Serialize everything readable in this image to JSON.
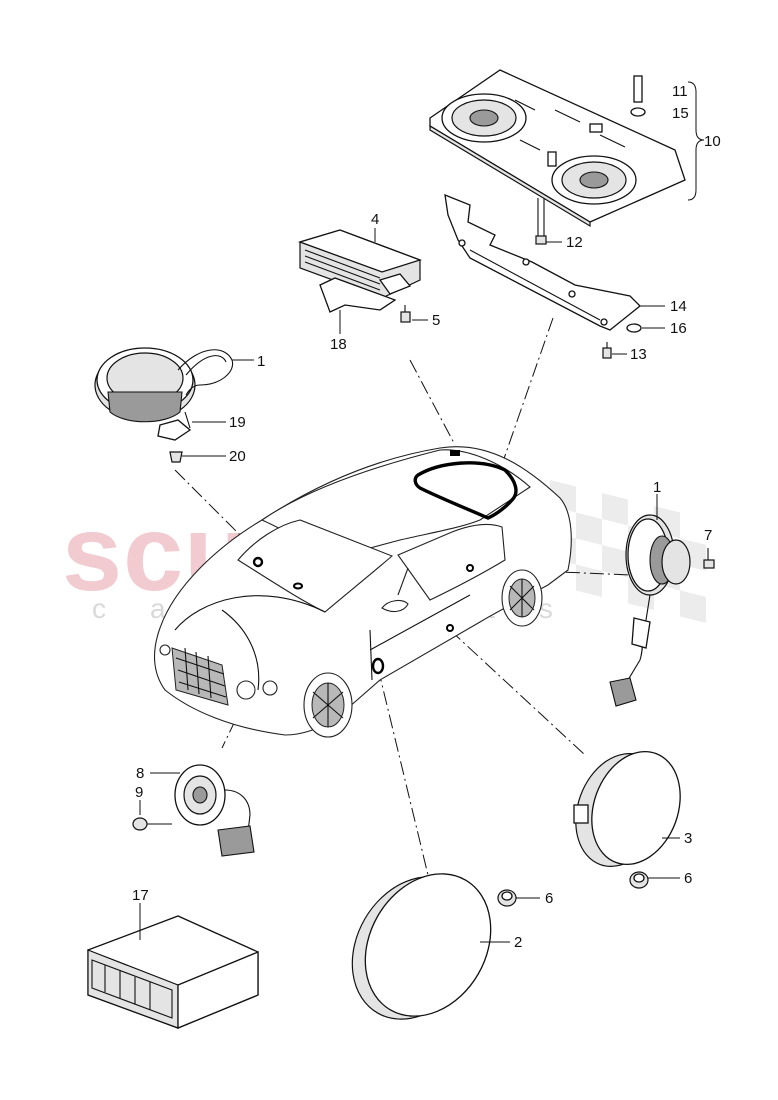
{
  "watermark": {
    "main": "scuderia",
    "sub": "car parts"
  },
  "callouts": {
    "c1a": "1",
    "c19": "19",
    "c20": "20",
    "c4": "4",
    "c5": "5",
    "c18": "18",
    "c11": "11",
    "c15": "15",
    "c10": "10",
    "c12": "12",
    "c14": "14",
    "c16": "16",
    "c13": "13",
    "c1b": "1",
    "c7": "7",
    "c8": "8",
    "c9": "9",
    "c3": "3",
    "c6a": "6",
    "c6b": "6",
    "c2": "2",
    "c17": "17"
  }
}
